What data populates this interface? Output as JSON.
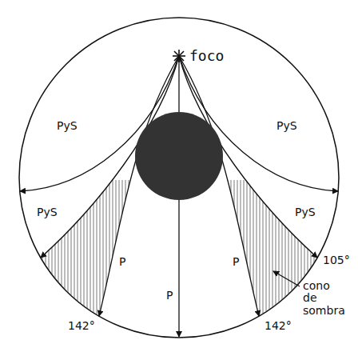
{
  "diagram": {
    "labels": [
      "foco",
      "PyS",
      "PyS",
      "PyS",
      "PyS",
      "105°",
      "P",
      "P",
      "P",
      "142°",
      "142°",
      "cono de sombra"
    ]
  }
}
